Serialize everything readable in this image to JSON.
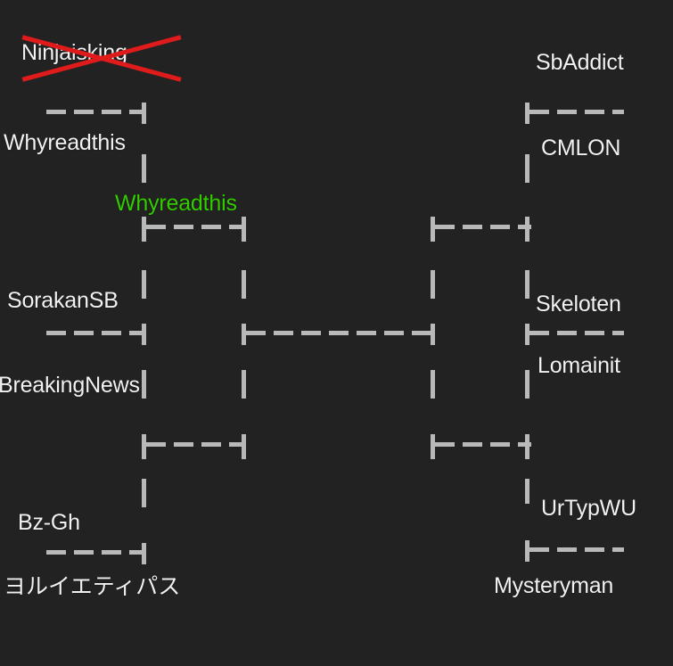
{
  "bracket": {
    "background_color": "#222222",
    "line_color": "#b9b9b9",
    "text_color": "#f2f2f2",
    "winner_color": "#33cc00",
    "strike_color": "#e01b1b",
    "players": {
      "ninjaisking": "Ninjaisking",
      "whyreadthis_r1": "Whyreadthis",
      "whyreadthis_r2": "Whyreadthis",
      "sorakansb": "SorakanSB",
      "breakingnews": "BreakingNews",
      "bz_gh": "Bz-Gh",
      "yorui": "ヨルイエティパス",
      "sbaddict": "SbAddict",
      "cmlon": "CMLON",
      "skeloten": "Skeloten",
      "lomainit": "Lomainit",
      "urtypwu": "UrTypWU",
      "mysteryman": "Mysteryman"
    }
  }
}
